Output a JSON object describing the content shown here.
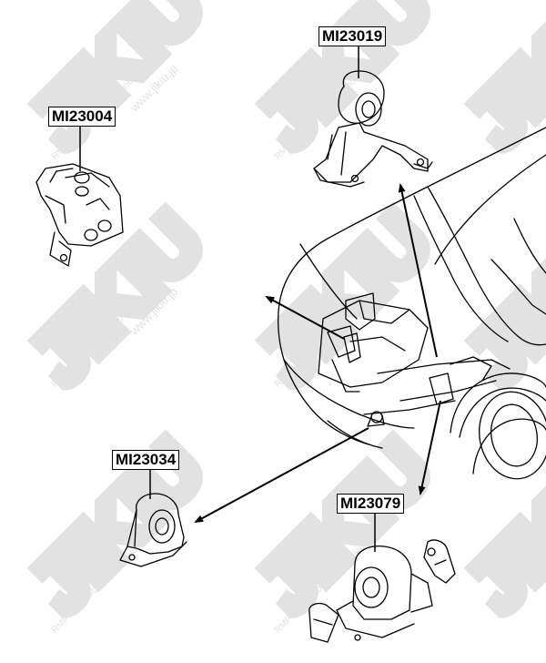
{
  "watermark": {
    "brand": "JIKIU",
    "line1": "RMP NAGAMOCHI Technology Japan Co., Ltd",
    "line2": "www.jikiu.jp",
    "color": "#e2e2e2"
  },
  "parts": [
    {
      "id": "MI23004"
    },
    {
      "id": "MI23019"
    },
    {
      "id": "MI23034"
    },
    {
      "id": "MI23079"
    }
  ],
  "colors": {
    "line": "#000000",
    "label_border": "#000000",
    "background": "#ffffff"
  }
}
